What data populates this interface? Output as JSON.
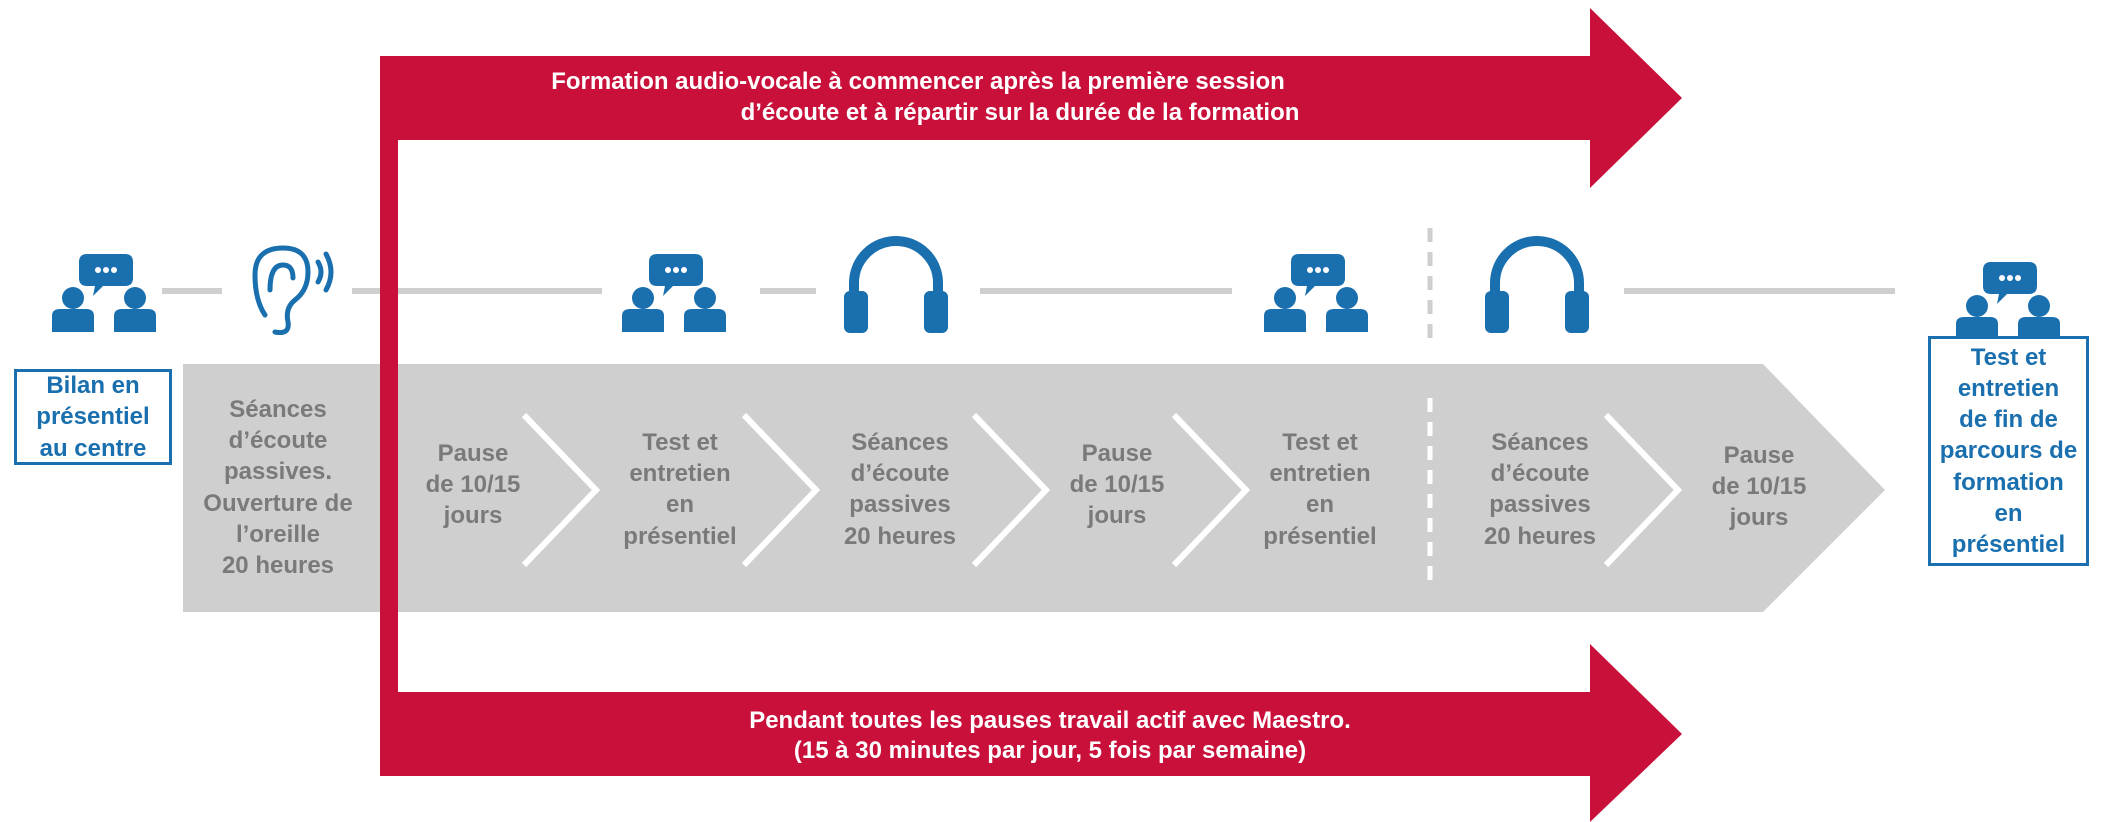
{
  "colors": {
    "accent_red": "#c8103a",
    "icon_blue": "#1a6fae",
    "band_gray": "#cfcfcf",
    "label_gray": "#7a7a7a"
  },
  "top_arrow": {
    "line1": "Formation audio-vocale à commencer après la première session",
    "line2": "d’écoute et à répartir sur la durée de la formation"
  },
  "bottom_arrow": {
    "line1": "Pendant toutes les pauses travail actif avec Maestro.",
    "line2": "(15 à 30 minutes par jour, 5 fois par semaine)"
  },
  "start_box": [
    "Bilan en",
    "présentiel",
    "au centre"
  ],
  "end_box": [
    "Test et",
    "entretien",
    "de fin de",
    "parcours de",
    "formation",
    "en",
    "présentiel"
  ],
  "steps": [
    {
      "lines": [
        "Séances",
        "d’écoute",
        "passives.",
        "Ouverture de",
        "l’oreille",
        "20 heures"
      ],
      "icon": "ear-icon"
    },
    {
      "lines": [
        "Pause",
        "de 10/15",
        "jours"
      ],
      "icon": ""
    },
    {
      "lines": [
        "Test et",
        "entretien",
        "en",
        "présentiel"
      ],
      "icon": "meeting-icon"
    },
    {
      "lines": [
        "Séances",
        "d’écoute",
        "passives",
        "20 heures"
      ],
      "icon": "headphones-icon"
    },
    {
      "lines": [
        "Pause",
        "de 10/15",
        "jours"
      ],
      "icon": ""
    },
    {
      "lines": [
        "Test et",
        "entretien",
        "en",
        "présentiel"
      ],
      "icon": "meeting-icon"
    },
    {
      "lines": [
        "Séances",
        "d’écoute",
        "passives",
        "20 heures"
      ],
      "icon": "headphones-icon"
    },
    {
      "lines": [
        "Pause",
        "de 10/15",
        "jours"
      ],
      "icon": ""
    }
  ]
}
